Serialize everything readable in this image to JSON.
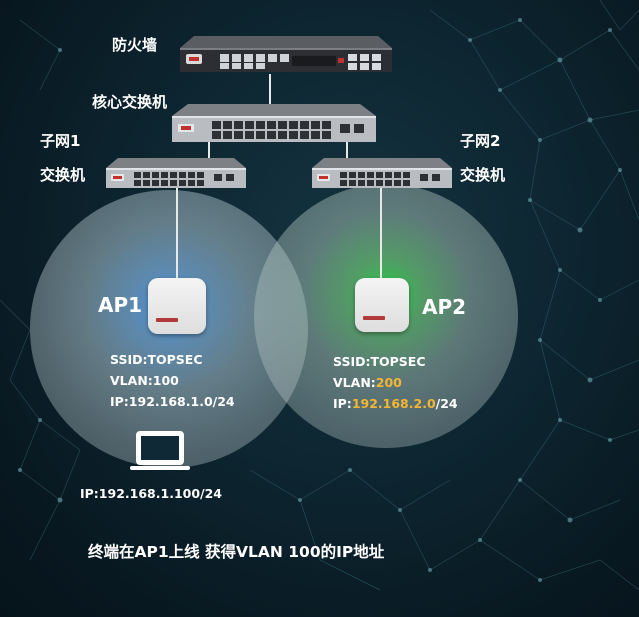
{
  "labels": {
    "firewall": "防火墙",
    "core_switch": "核心交换机",
    "subnet1_line1": "子网1",
    "subnet1_line2": "交换机",
    "subnet2_line1": "子网2",
    "subnet2_line2": "交换机"
  },
  "ap1": {
    "name": "AP1",
    "ssid": "SSID:TOPSEC",
    "vlan": "VLAN:100",
    "ip": "IP:192.168.1.0/24"
  },
  "ap2": {
    "name": "AP2",
    "ssid": "SSID:TOPSEC",
    "vlan_prefix": "VLAN:",
    "vlan_value": "200",
    "ip_prefix": "IP:",
    "ip_value": "192.168.2.0",
    "ip_suffix": "/24"
  },
  "terminal": {
    "ip": "IP:192.168.1.100/24"
  },
  "caption": "终端在AP1上线 获得VLAN 100的IP地址",
  "colors": {
    "highlight": "#f3b634",
    "ap1_glow": "#3a8fe0",
    "ap2_glow": "#2fd04a"
  },
  "icons": {
    "firewall": "firewall-icon",
    "core_switch": "core-switch-icon",
    "subnet_switch": "switch-icon",
    "access_point": "access-point-icon",
    "terminal": "laptop-icon"
  }
}
